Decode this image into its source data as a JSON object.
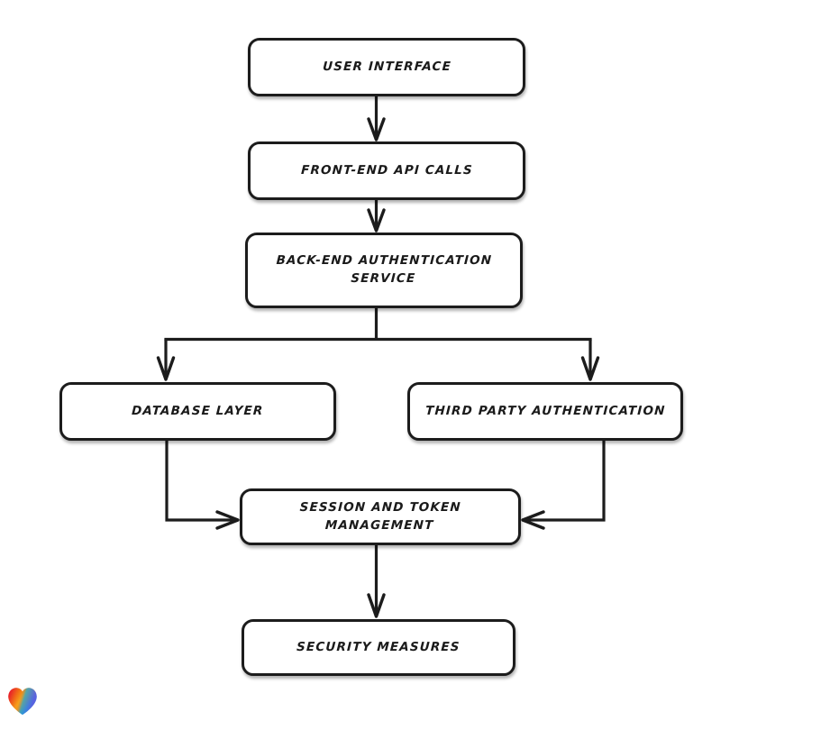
{
  "diagram": {
    "title": "Authentication Architecture Flowchart",
    "style": "hand-drawn rounded rectangles with black outlines on white background",
    "background_color": "#ffffff",
    "node_border_color": "#1c1c1c",
    "node_fill_color": "#ffffff",
    "connector_color": "#1c1c1c",
    "nodes": [
      {
        "id": "user-interface",
        "label": "User Interface",
        "lines": 1
      },
      {
        "id": "frontend-api-calls",
        "label": "Front-End API Calls",
        "lines": 1
      },
      {
        "id": "backend-auth",
        "label": "Back-End Authentication\nService",
        "lines": 2
      },
      {
        "id": "database-layer",
        "label": "Database Layer",
        "lines": 1
      },
      {
        "id": "third-party-auth",
        "label": "Third Party Authentication",
        "lines": 1
      },
      {
        "id": "session-token",
        "label": "Session and Token\nManagement",
        "lines": 2
      },
      {
        "id": "security-measures",
        "label": "Security Measures",
        "lines": 1
      }
    ],
    "edges": [
      {
        "from": "user-interface",
        "to": "frontend-api-calls",
        "direction": "down"
      },
      {
        "from": "frontend-api-calls",
        "to": "backend-auth",
        "direction": "down"
      },
      {
        "from": "backend-auth",
        "to": "database-layer",
        "direction": "down-split-left"
      },
      {
        "from": "backend-auth",
        "to": "third-party-auth",
        "direction": "down-split-right"
      },
      {
        "from": "database-layer",
        "to": "session-token",
        "direction": "down-then-right"
      },
      {
        "from": "third-party-auth",
        "to": "session-token",
        "direction": "down-then-left"
      },
      {
        "from": "session-token",
        "to": "security-measures",
        "direction": "down"
      }
    ]
  },
  "watermark": {
    "icon": "heart-icon",
    "gradient_colors": [
      "#e8202a",
      "#f59110",
      "#f5a623",
      "#1aa7d8",
      "#5b5fe0"
    ]
  }
}
